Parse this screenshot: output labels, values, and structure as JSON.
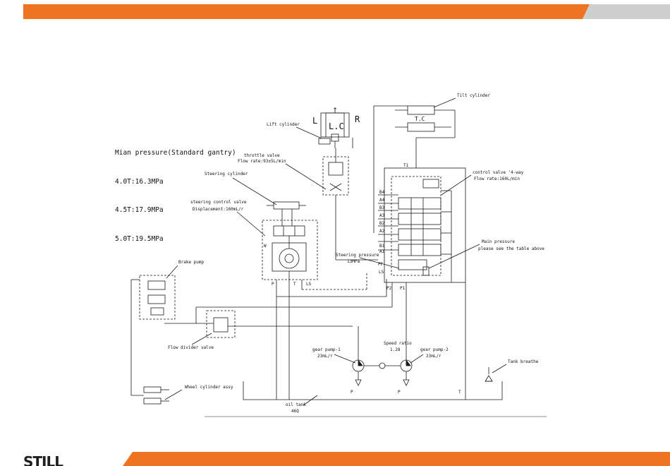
{
  "colors": {
    "orange": "#ee7421",
    "gray": "#cfcfcf",
    "ink": "#1a1a1a",
    "brand_dark": "#1f1f1f"
  },
  "header_bar": {
    "accent": "orange-band",
    "tail": "gray-band"
  },
  "notes": {
    "title": "Mian pressure(Standard gantry)",
    "lines": [
      "4.0T:16.3MPa",
      "4.5T:17.9MPa",
      "5.0T:19.5MPa"
    ]
  },
  "labels": {
    "lift_cylinder": "Lift cylinder",
    "lc": "L.C",
    "l": "L",
    "r": "R",
    "t_top": "T",
    "tilt_cylinder": "Tilt cylinder",
    "tc": "T.C",
    "throttle_valve": "throttle valve",
    "throttle_flow": "Flow rate:93±5L/min",
    "steering_cylinder": "Steering cylinder",
    "steering_control_valve": "steering control valve",
    "steering_displacement": "Displacement:160mL/r",
    "control_valve": "control valve '4-way",
    "control_flow": "Flow rate:160L/min",
    "t1": "T1",
    "b4": "B4",
    "a4": "A4",
    "b3": "B3",
    "a3": "A3",
    "b2": "B2",
    "a2": "A2",
    "b1": "B1",
    "a1": "A1",
    "main_pressure": "Main pressure",
    "main_pressure_note": "please see the table above",
    "steering_pressure": "Steering pressure",
    "steering_pressure_value": "13MPa",
    "pf": "PF",
    "ls": "LS",
    "p2": "P2",
    "p1": "P1",
    "brake_pump": "Brake pump",
    "flow_divider": "Flow divider valve",
    "gear_pump_1": "gear pump-1",
    "gear_pump_1_disp": "23mL/r",
    "speed_ratio": "Speed ratio",
    "speed_ratio_value": "1.28",
    "gear_pump_2": "gear pump-2",
    "gear_pump_2_disp": "23mL/r",
    "tank_breathe": "Tank breathe",
    "wheel_cylinder": "Wheel cylinder assy",
    "oil_tank": "oil tank",
    "oil_tank_value": "46Q",
    "p_left": "P",
    "p_mid": "P",
    "t_right": "T",
    "svc_p": "P",
    "svc_t": "T",
    "svc_ls": "LS",
    "svc_w": "W"
  },
  "brand": {
    "logo_text": "STILL"
  }
}
